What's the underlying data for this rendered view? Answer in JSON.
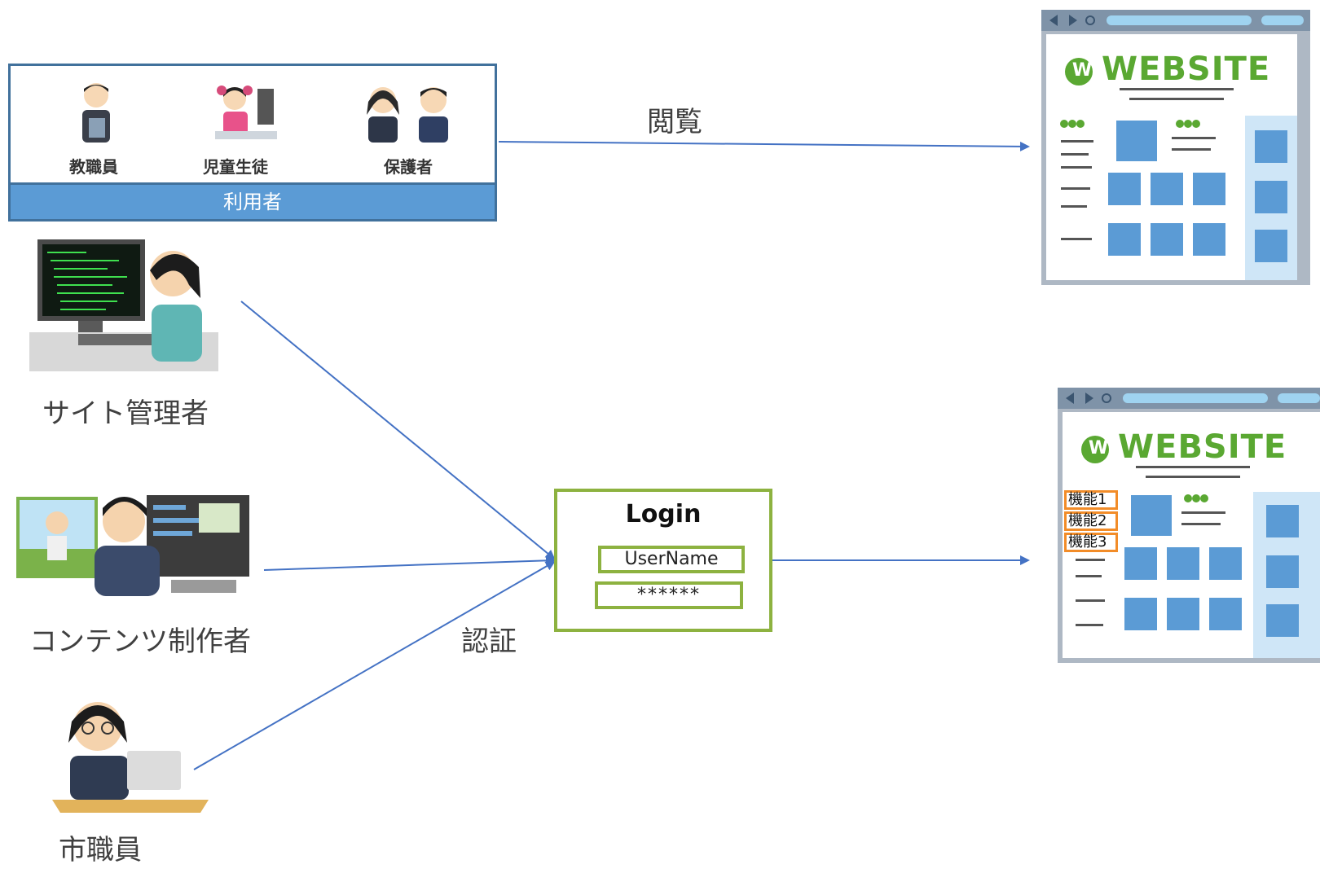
{
  "users": {
    "title": "利用者",
    "members": [
      "教職員",
      "児童生徒",
      "保護者"
    ]
  },
  "actors": {
    "site_admin": "サイト管理者",
    "content_creator": "コンテンツ制作者",
    "city_staff": "市職員"
  },
  "flows": {
    "browse": "閲覧",
    "auth": "認証"
  },
  "login": {
    "title": "Login",
    "username": "UserName",
    "password": "******"
  },
  "website": {
    "logo_text": "WEBSITE",
    "features": [
      "機能1",
      "機能2",
      "機能3"
    ]
  },
  "colors": {
    "arrow": "#4472c4",
    "users_bar": "#5b9bd5",
    "login_border": "#8db240",
    "feature_border": "#f28c28",
    "logo_green": "#5aa832"
  }
}
